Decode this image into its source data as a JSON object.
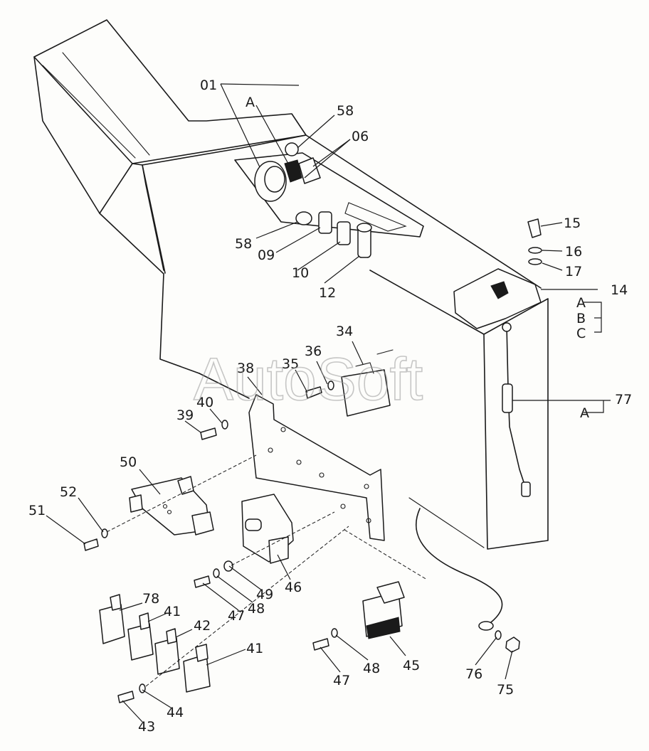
{
  "watermark": "AutoSoft",
  "labels": {
    "l01": "01",
    "lA_key": "A",
    "l58_top": "58",
    "l06": "06",
    "l58_mid": "58",
    "l09": "09",
    "l10": "10",
    "l12": "12",
    "l15": "15",
    "l16": "16",
    "l17": "17",
    "l14": "14",
    "l14_A": "A",
    "l14_B": "B",
    "l14_C": "C",
    "l34": "34",
    "l36": "36",
    "l35": "35",
    "l38": "38",
    "l39": "39",
    "l40": "40",
    "l77": "77",
    "l77_A": "A",
    "l50": "50",
    "l52": "52",
    "l51": "51",
    "l78": "78",
    "l41a": "41",
    "l42": "42",
    "l41b": "41",
    "l46": "46",
    "l49": "49",
    "l48a": "48",
    "l47a": "47",
    "l45": "45",
    "l48b": "48",
    "l47b": "47",
    "l76": "76",
    "l75": "75",
    "l44": "44",
    "l43": "43"
  }
}
